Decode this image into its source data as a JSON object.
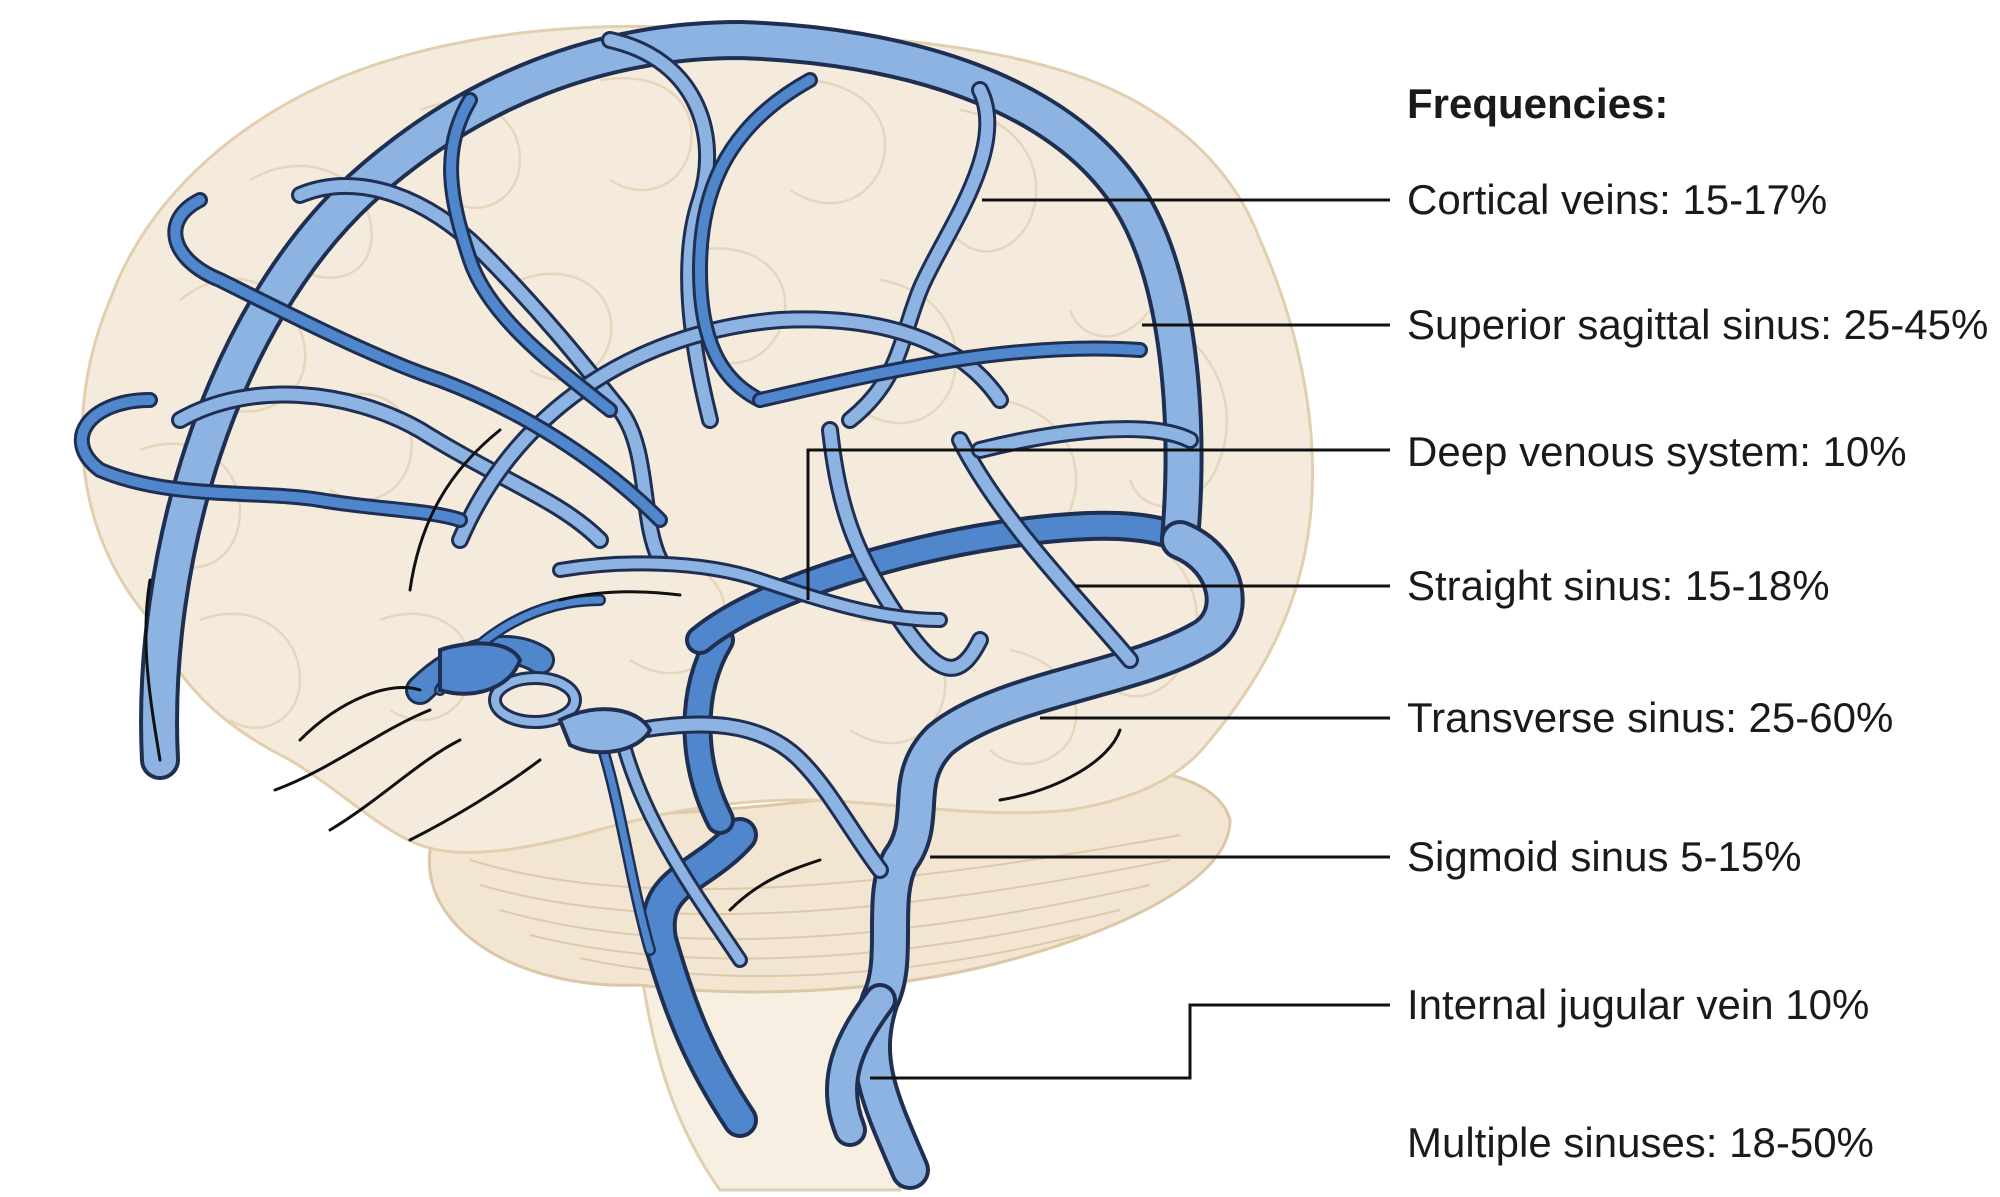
{
  "legend": {
    "title": "Frequencies:",
    "items": [
      {
        "key": "cortical_veins",
        "label": "Cortical veins: 15-17%"
      },
      {
        "key": "superior_sagittal_sinus",
        "label": "Superior sagittal sinus: 25-45%"
      },
      {
        "key": "deep_venous_system",
        "label": "Deep venous system: 10%"
      },
      {
        "key": "straight_sinus",
        "label": "Straight sinus: 15-18%"
      },
      {
        "key": "transverse_sinus",
        "label": "Transverse sinus: 25-60%"
      },
      {
        "key": "sigmoid_sinus",
        "label": "Sigmoid sinus 5-15%"
      },
      {
        "key": "internal_jugular_vein",
        "label": "Internal jugular vein 10%"
      },
      {
        "key": "multiple_sinuses",
        "label": "Multiple sinuses: 18-50%"
      }
    ]
  },
  "colors": {
    "brain": "#f5ebdd",
    "vein_light": "#8db3e2",
    "vein_dark": "#4f86cc",
    "vein_outline": "#1f2f52",
    "text": "#1a1a1a"
  }
}
